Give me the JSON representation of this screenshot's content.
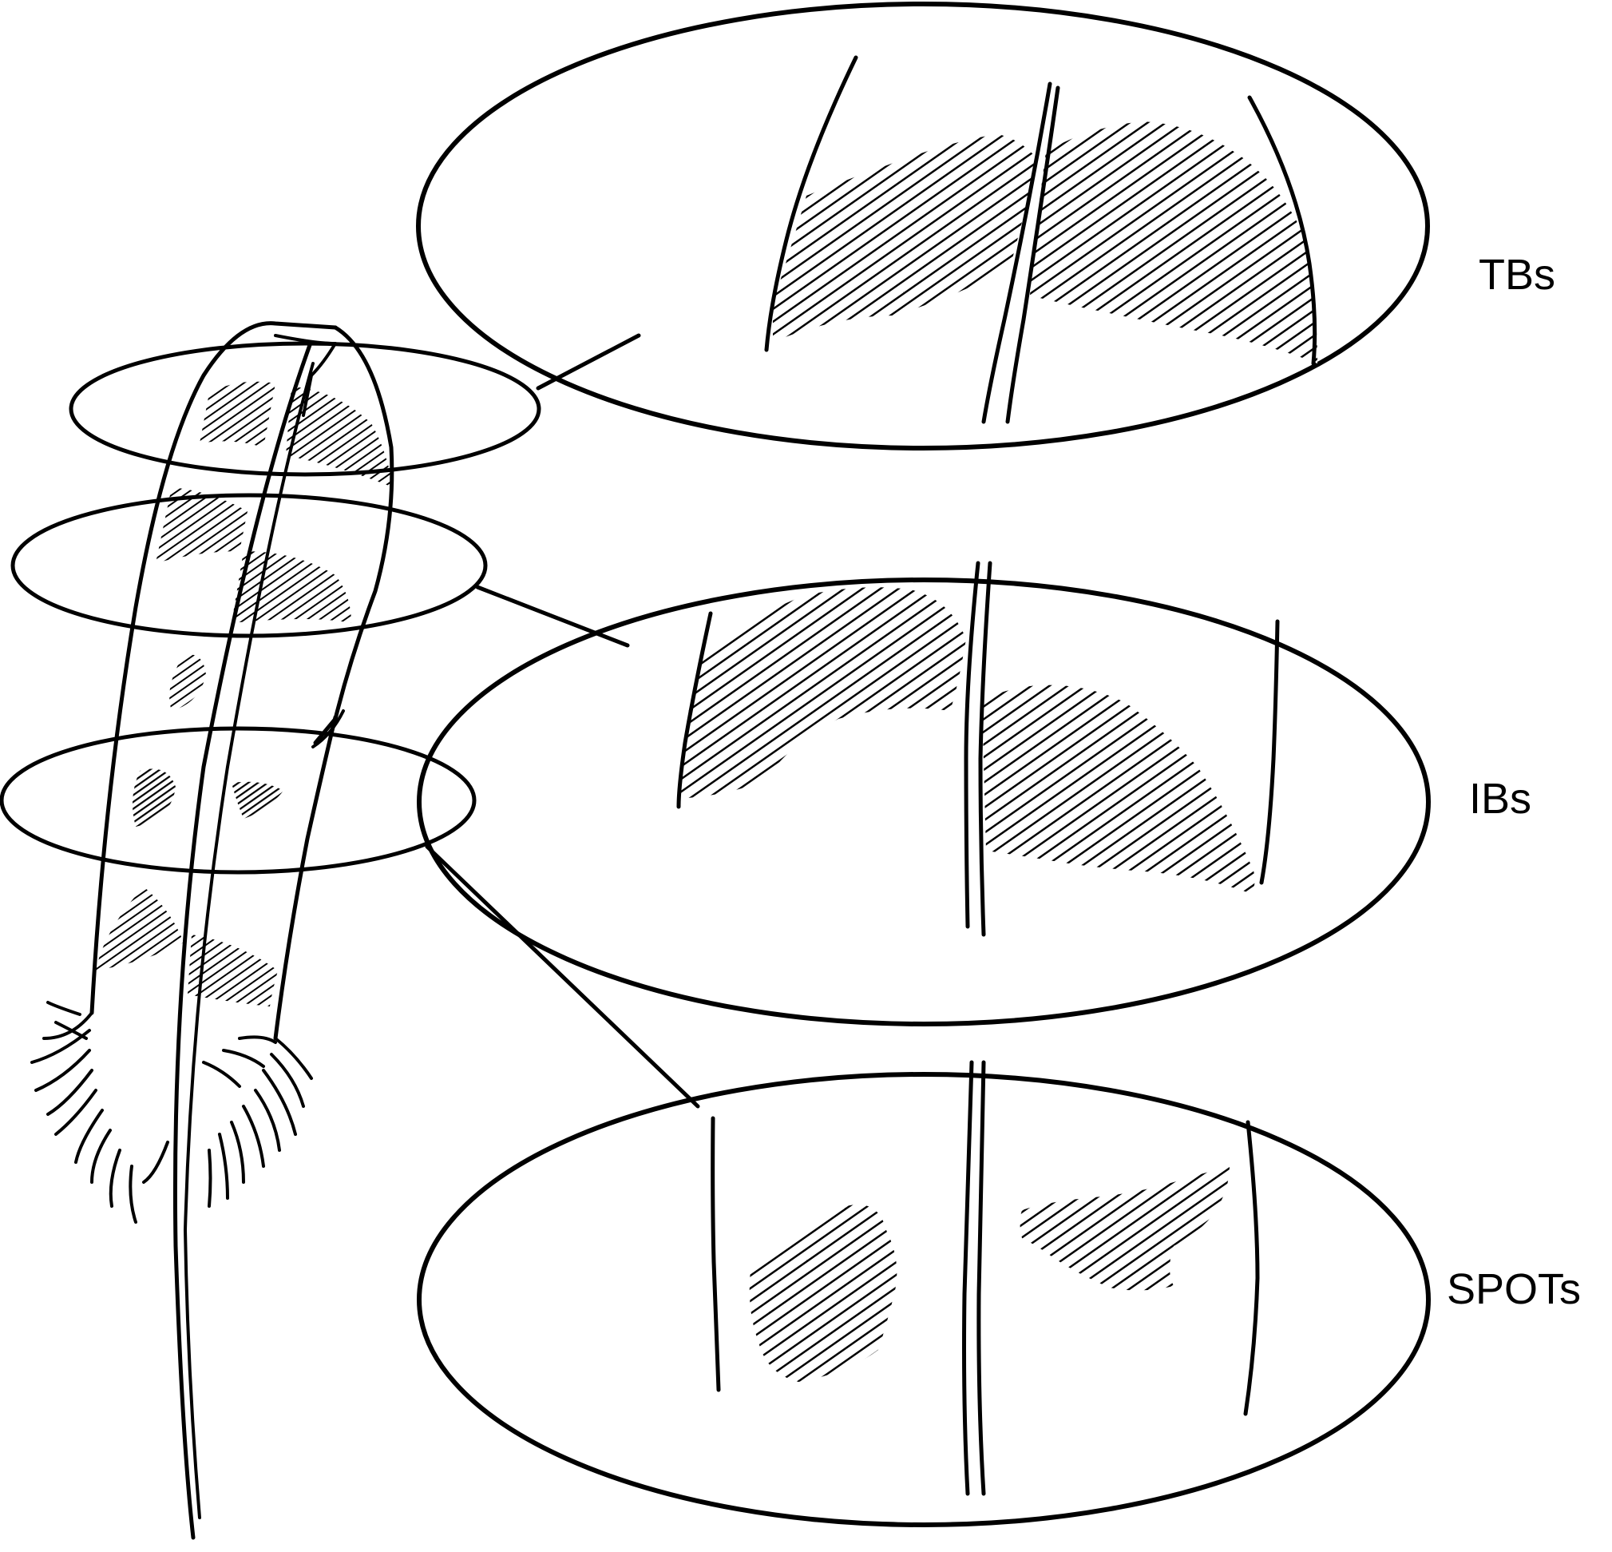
{
  "colors": {
    "ink": "#000000",
    "paper": "#ffffff"
  },
  "labels": {
    "tbs": "TBs",
    "ibs": "IBs",
    "spots": "SPOTs"
  }
}
